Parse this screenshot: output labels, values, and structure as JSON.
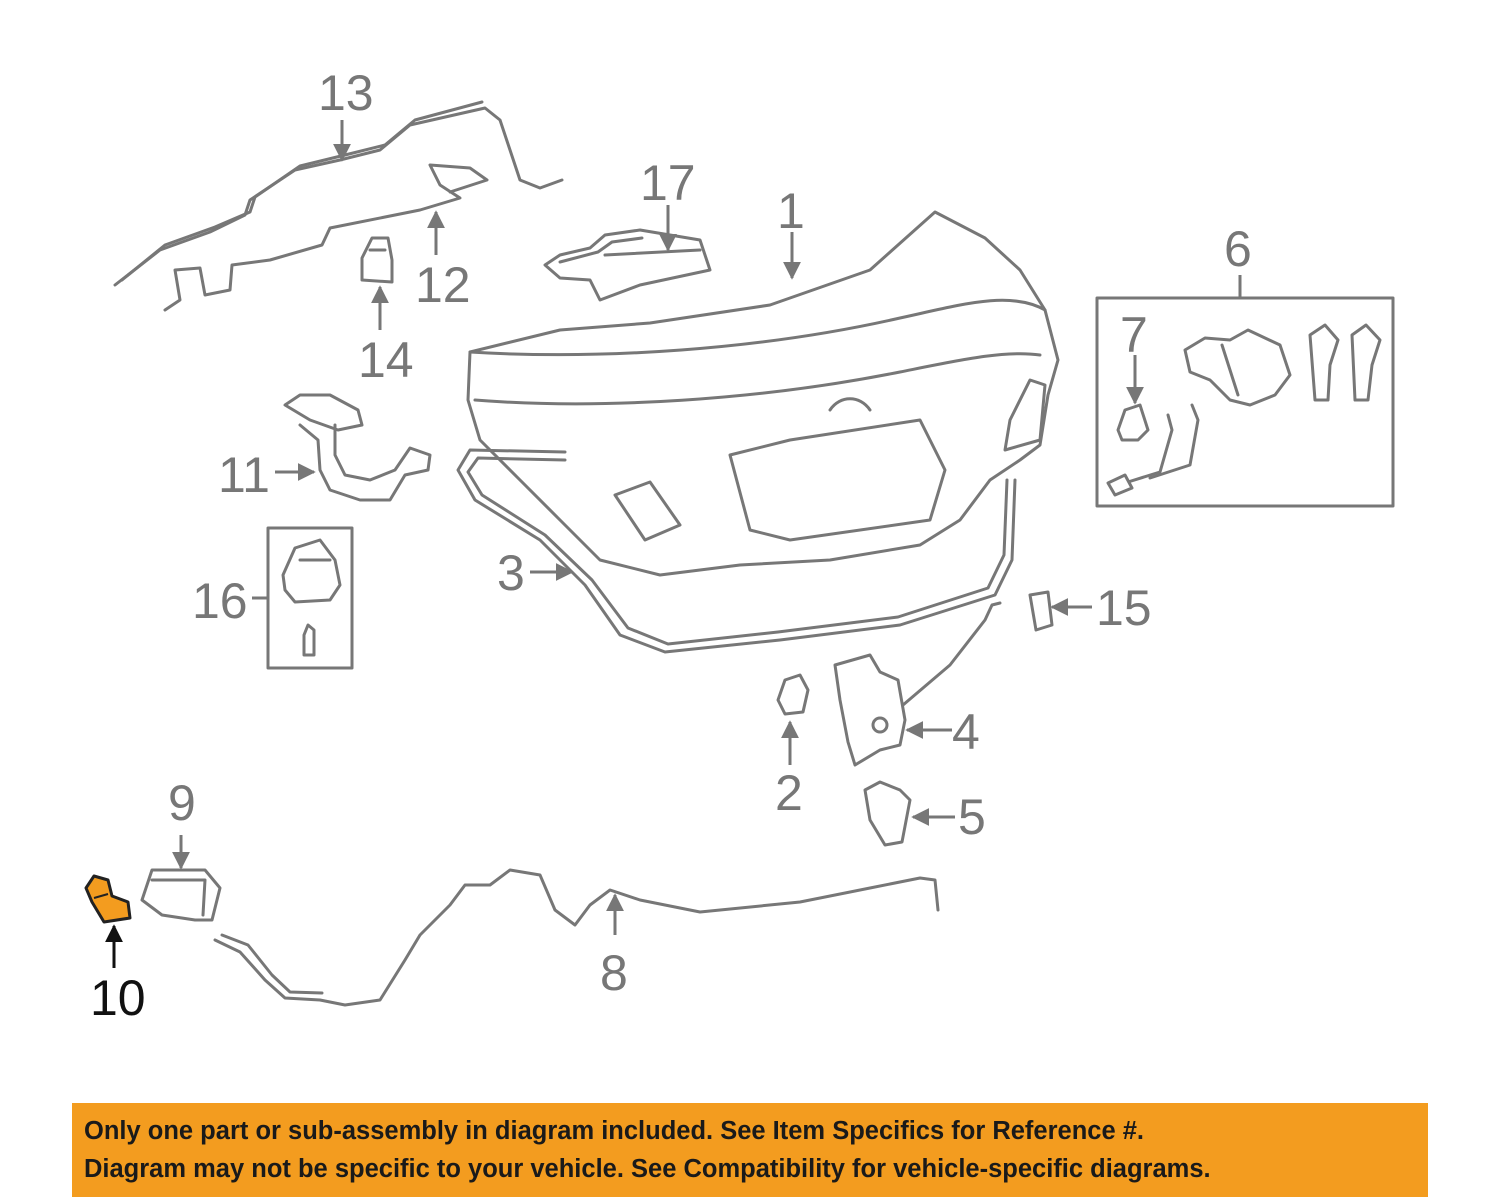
{
  "diagram": {
    "callouts": [
      {
        "id": "callout-13",
        "label": "13"
      },
      {
        "id": "callout-12",
        "label": "12"
      },
      {
        "id": "callout-14",
        "label": "14"
      },
      {
        "id": "callout-17",
        "label": "17"
      },
      {
        "id": "callout-1",
        "label": "1"
      },
      {
        "id": "callout-6",
        "label": "6"
      },
      {
        "id": "callout-7",
        "label": "7"
      },
      {
        "id": "callout-11",
        "label": "11"
      },
      {
        "id": "callout-16",
        "label": "16"
      },
      {
        "id": "callout-3",
        "label": "3"
      },
      {
        "id": "callout-15",
        "label": "15"
      },
      {
        "id": "callout-4",
        "label": "4"
      },
      {
        "id": "callout-2",
        "label": "2"
      },
      {
        "id": "callout-5",
        "label": "5"
      },
      {
        "id": "callout-9",
        "label": "9"
      },
      {
        "id": "callout-10",
        "label": "10"
      },
      {
        "id": "callout-8",
        "label": "8"
      }
    ],
    "highlighted_part": "10",
    "colors": {
      "line_art": "#777777",
      "highlight_part": "#f39c1f",
      "banner_background": "#f39c1f",
      "banner_text": "#1a1a1a"
    }
  },
  "disclaimer": {
    "line1": "Only one part or sub-assembly in diagram included. See Item Specifics for Reference #.",
    "line2": "Diagram may not be specific to your vehicle. See Compatibility for vehicle-specific diagrams."
  }
}
